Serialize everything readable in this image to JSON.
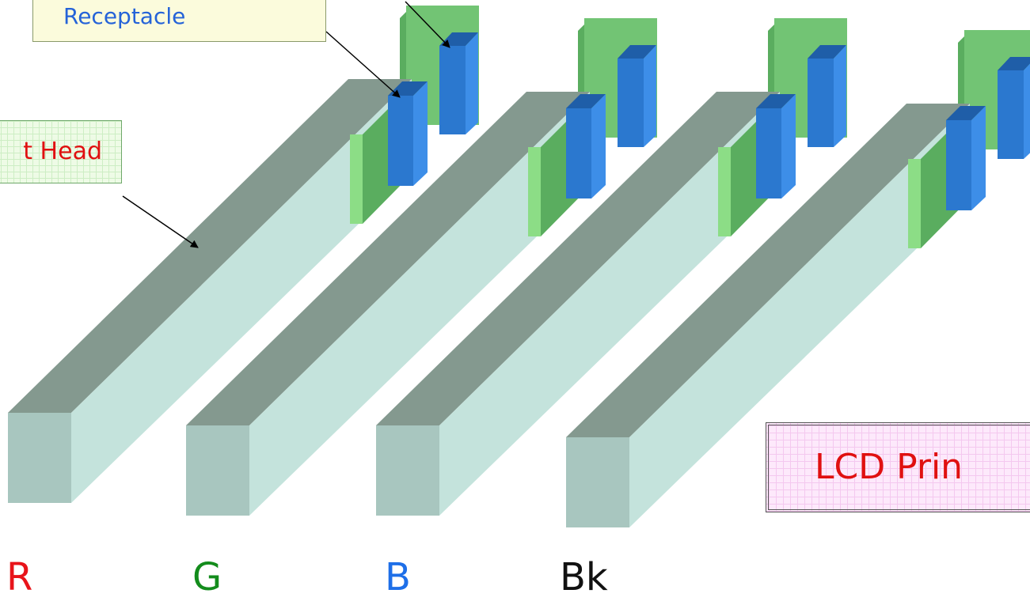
{
  "callouts": {
    "receptacle": "Receptacle",
    "head": "t Head",
    "lcd": "LCD Prin"
  },
  "channels": [
    {
      "label": "R",
      "color": "#e8141a"
    },
    {
      "label": "G",
      "color": "#138c1c"
    },
    {
      "label": "B",
      "color": "#1e6fe8"
    },
    {
      "label": "Bk",
      "color": "#111111"
    }
  ],
  "colors": {
    "bar_top": "#84998f",
    "bar_side": "#c4e3dc",
    "bar_front": "#a8c6bf",
    "receptacle_face": "#2b78cf",
    "receptacle_side": "#3d8ee8",
    "receptacle_top": "#1f5ea8",
    "plate_back": "#72c474",
    "plate_front": "#8cdd86",
    "plate_edge": "#5aad5f"
  }
}
